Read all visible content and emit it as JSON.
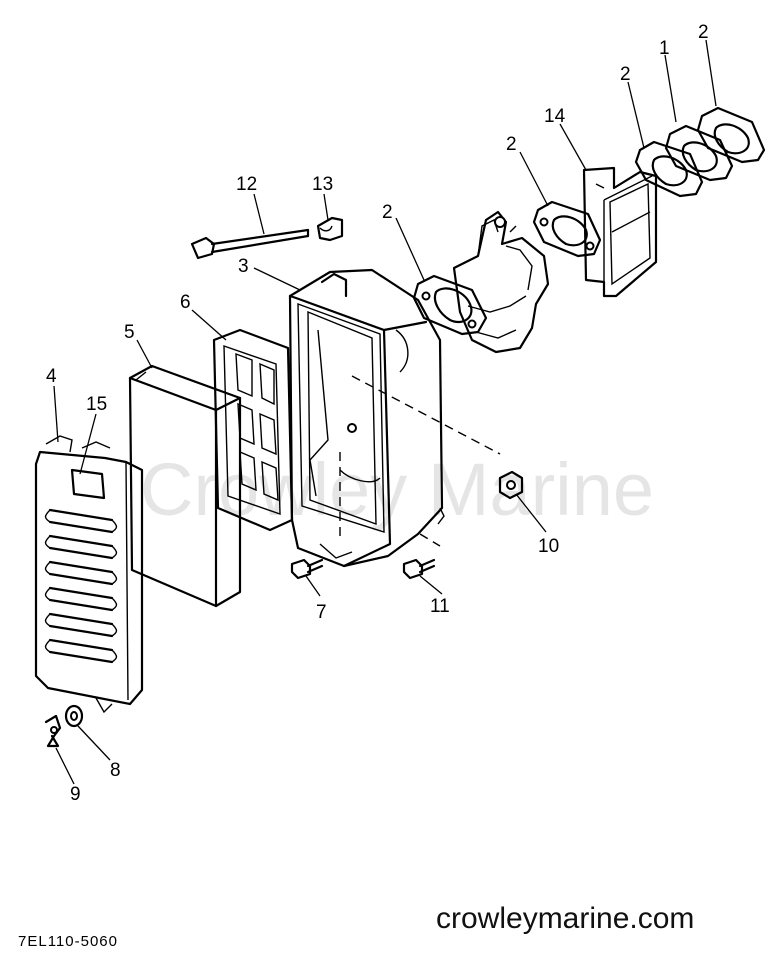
{
  "watermark": {
    "text": "Crowley Marine",
    "url": "crowleymarine.com"
  },
  "diagram_code": "7EL110-5060",
  "callouts": [
    {
      "id": "c1",
      "label": "1"
    },
    {
      "id": "c2a",
      "label": "2"
    },
    {
      "id": "c2b",
      "label": "2"
    },
    {
      "id": "c2c",
      "label": "2"
    },
    {
      "id": "c2d",
      "label": "2"
    },
    {
      "id": "c3",
      "label": "3"
    },
    {
      "id": "c4",
      "label": "4"
    },
    {
      "id": "c5",
      "label": "5"
    },
    {
      "id": "c6",
      "label": "6"
    },
    {
      "id": "c7",
      "label": "7"
    },
    {
      "id": "c8",
      "label": "8"
    },
    {
      "id": "c9",
      "label": "9"
    },
    {
      "id": "c10",
      "label": "10"
    },
    {
      "id": "c11",
      "label": "11"
    },
    {
      "id": "c12",
      "label": "12"
    },
    {
      "id": "c13",
      "label": "13"
    },
    {
      "id": "c14",
      "label": "14"
    },
    {
      "id": "c15",
      "label": "15"
    }
  ]
}
